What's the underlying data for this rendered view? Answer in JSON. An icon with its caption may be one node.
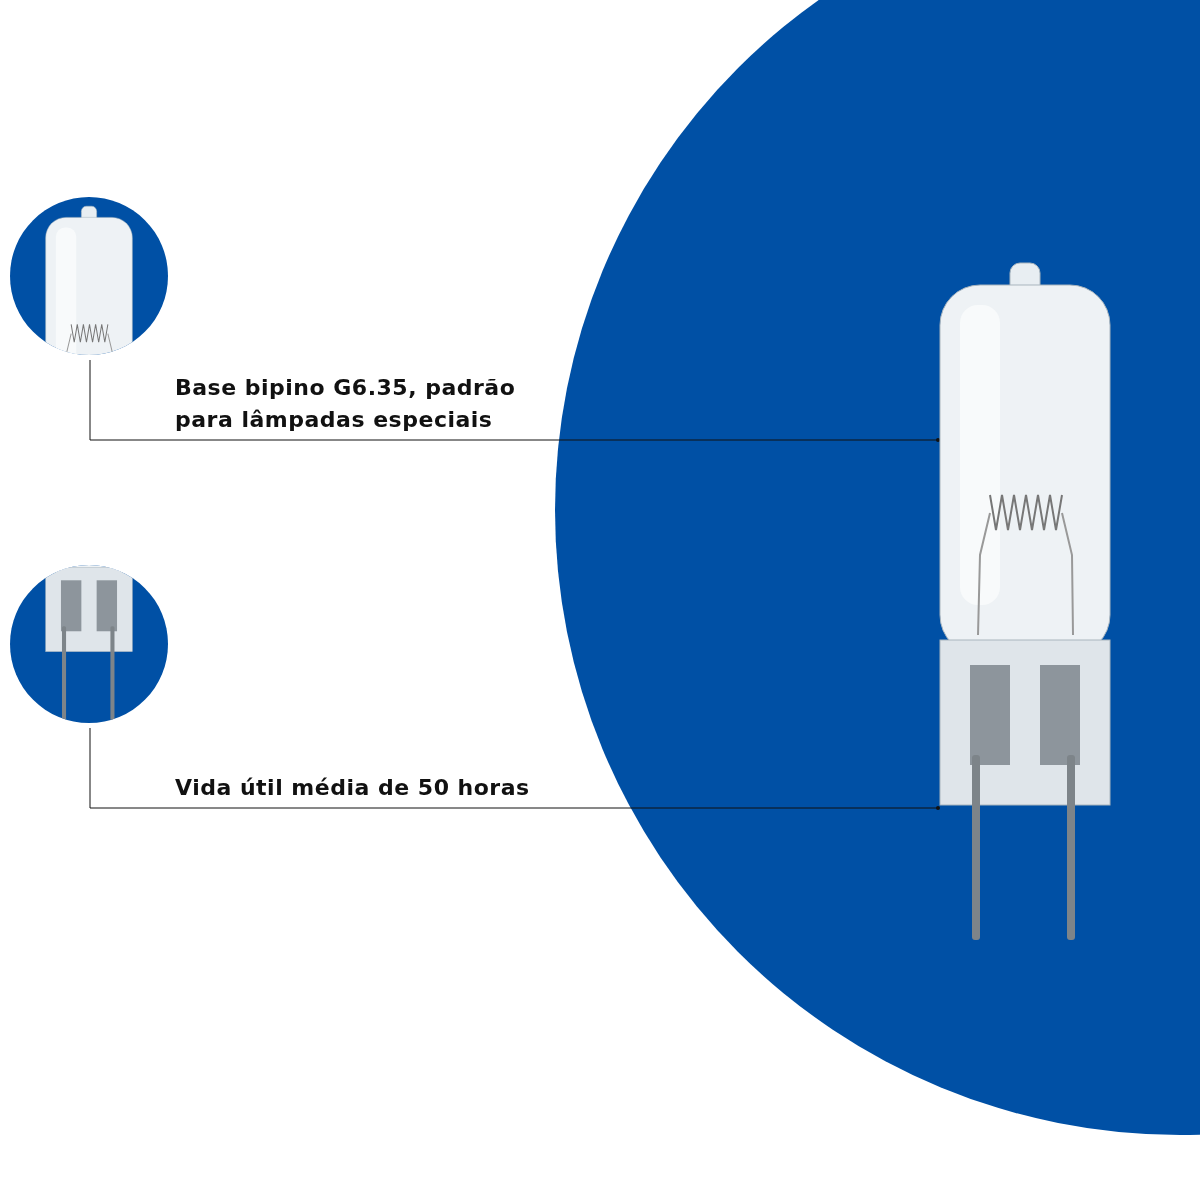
{
  "diagram": {
    "nodes": [
      {
        "text": [],
        "shape": "picture"
      },
      {
        "text": [],
        "shape": "picture"
      },
      {
        "text": [],
        "shape": "picture"
      }
    ],
    "edges": [
      {
        "from": 0,
        "to": 2,
        "arrow": "other",
        "label": "Base bipino G6.35, padrão para lâmpadas especiais"
      },
      {
        "from": 1,
        "to": 2,
        "arrow": "other",
        "label": "Vida útil média de 50 horas"
      }
    ]
  }
}
